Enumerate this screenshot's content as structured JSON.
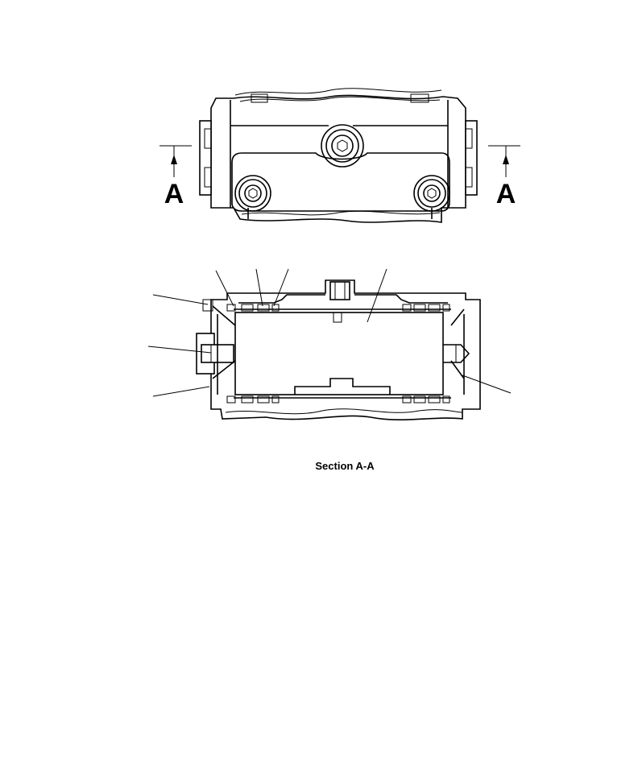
{
  "top_view": {
    "cut_label_left": "A",
    "cut_label_right": "A"
  },
  "section_view": {
    "caption": "Section A-A"
  }
}
